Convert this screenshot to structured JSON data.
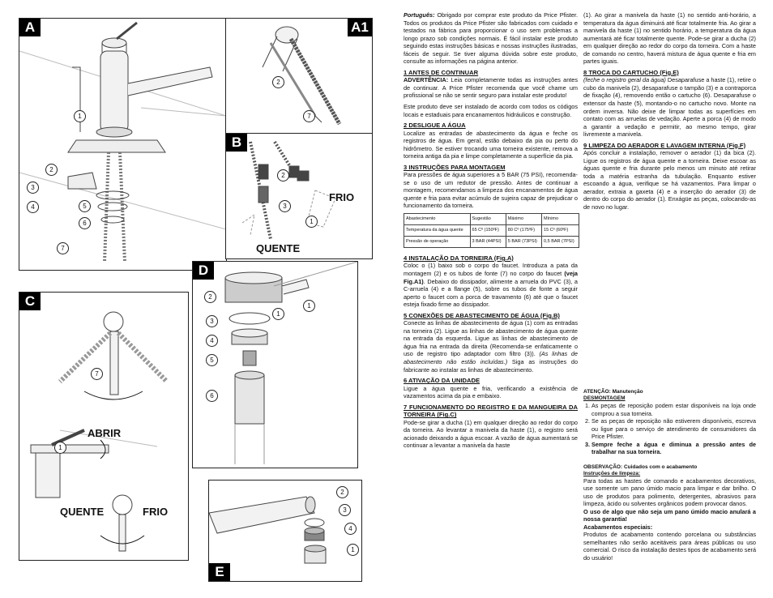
{
  "panels": {
    "A": {
      "label": "A",
      "callouts": [
        "1",
        "2",
        "3",
        "4",
        "5",
        "6",
        "7"
      ]
    },
    "A1": {
      "label": "A1",
      "callouts": [
        "2",
        "7"
      ]
    },
    "B": {
      "label": "B",
      "callouts": [
        "2",
        "3",
        "1"
      ],
      "frio": "FRIO",
      "quente": "QUENTE"
    },
    "C": {
      "label": "C",
      "callouts": [
        "7",
        "1"
      ],
      "abrir": "ABRIR",
      "quente": "QUENTE",
      "frio": "FRIO"
    },
    "D": {
      "label": "D",
      "callouts": [
        "2",
        "3",
        "4",
        "5",
        "6",
        "1",
        "1"
      ]
    },
    "E": {
      "label": "E",
      "callouts": [
        "2",
        "3",
        "4",
        "1"
      ]
    }
  },
  "col1": {
    "intro_lang": "Português:",
    "intro": "Obrigado por comprar este produto da Price Pfister. Todos os produtos da Price Pfister são fabricados com cuidado e testados na fábrica para proporcionar o uso sem problemas a longo prazo sob condições normais. É fácil instalar este produto seguindo estas instruções básicas e nossas instruções ilustradas, fáceis de seguir. Se tiver alguma dúvida sobre este produto, consulte as informações na página anterior.",
    "s1_title": "1 ANTES DE CONTINUAR",
    "s1_lead": "ADVERTÊNCIA:",
    "s1_text": " Leia completamente todas as instruções antes de continuar. A Price Pfister recomenda que você chame um profissional se não se sentir seguro para instalar este produto!",
    "s1_text2": "Este produto deve ser instalado de acordo com todos os códigos locais e estaduais para encanamentos hidráulicos e construção.",
    "s2_title": "2 DESLIGUE A ÁGUA",
    "s2_text": "Localize as entradas de abastecimento da água e feche os registros de água. Em geral, estão debaixo da pia ou perto do hidrômetro. Se estiver trocando uma torneira existente, remova a torneira antiga da pia e limpe completamente a superfície da pia.",
    "s3_title": "3 INSTRUÇÕES PARA MONTAGEM",
    "s3_text": "Para pressões de água superiores a 5 BAR (75 PSI), recomenda-se o uso de um redutor de pressão. Antes de continuar a montagem, recomendamos a limpeza dos encanamentos de água quente e fria para evitar acúmulo de sujeira capaz de prejudicar o funcionamento da torneira.",
    "table": {
      "header": [
        "Abastecimento",
        "Sugestão",
        "Máximo",
        "Mínimo"
      ],
      "rows": [
        [
          "Temperatura da água quente",
          "65 Cº (150ºF)",
          "80 Cº (175ºF)",
          "15 Cº (60ºF)"
        ],
        [
          "Pressão de operação",
          "3 BAR (44PSI)",
          "5 BAR (73PSI)",
          "0,5 BAR (7PSI)"
        ]
      ]
    },
    "s4_title": "4 INSTALAÇÃO DA TORNEIRA (Fig.A)",
    "s4_text": "Coloc o (1) baixo sob o corpo do faucet. Introduza a pata da montagem (2) e os tubos de fonte (7) no corpo do faucet ",
    "s4_bold": "(veja Fig.A1)",
    "s4_text2": ". Debaixo do dissipador, alimente a arruela do PVC (3), a C-arruela (4) e a flange (5), sobre os tubos de fonte a seguir aperto o faucet com a porca de travamento (6) até que o faucet esteja fixado firme ao dissipador.",
    "s5_title": "5 CONEXÕES DE ABASTECIMENTO DE ÁGUA (Fig.B)",
    "s5_text": "Conecte as linhas de abastecimento de água (1) com as entradas na torneira (2). Ligue as linhas de abastecimento de água quente na entrada da esquerda. Ligue as linhas de abastecimento de água fria na entrada da direita (Recomenda-se enfaticamente o uso de registro tipo adaptador com filtro (3)). ",
    "s5_ital": "(As linhas de abastecimento não estão incluídas.)",
    "s5_text2": " Siga as instruções do fabricante ao instalar as linhas de abastecimento.",
    "s6_title": "6 ATIVAÇÃO DA UNIDADE",
    "s6_text": "Ligue a água quente e fria, verificando a existência de vazamentos acima da pia e embaixo.",
    "s7_title": "7 FUNCIONAMENTO DO REGISTRO E DA MANGUEIRA DA TORNEIRA (Fig.C)",
    "s7_text": "Pode-se girar a ducha (1) em qualquer direção ao redor do corpo da torneira. Ao levantar a manivela da haste (1), o registro será acionado deixando a água escoar. A vazão de água aumentará se continuar a levantar a manivela da haste"
  },
  "col2": {
    "s7_cont": "(1). Ao girar a manivela da haste (1) no sentido anti-horário, a temperatura da água diminuirá até ficar totalmente fria. Ao girar a manivela da haste (1) no sentido horário, a temperatura da água aumentará até ficar totalmente quente. Pode-se girar a ducha (2) em qualquer direção ao redor do corpo da torneira. Com a haste de comando no centro, haverá mistura de água quente e fria em partes iguais.",
    "s8_title": "8 TROCA DO CARTUCHO (Fig.E)",
    "s8_ital": "(feche o registro geral da água)",
    "s8_text": " Desaparafuse a haste (1), retire o cubo da manivela (2), desaparafuse o tampão (3) e a contraporca de fixação (4), removendo então o cartucho (6). Desaparafuse o extensor da haste (5), montando-o no cartucho novo. Monte na ordem inversa. Não deixe de limpar todas as superfícies em contato com as arruelas de vedação. Aperte a porca (4) de modo a garantir a vedação e permitir, ao mesmo tempo, girar livremente a manivela.",
    "s9_title": "9 LIMPEZA DO AERADOR E LAVAGEM INTERNA (Fig.F)",
    "s9_text": "Após concluir a instalação, remover o aerador (1) da bica (2). Ligue os registros de água quente e a torneira. Deixe escoar as águas quente e fria durante pelo menos um minuto até retirar toda a matéria estranha da tubulação. Enquanto estiver escoando a água, verifique se há vazamentos. Para limpar o aerador, extraia a gaxeta (4) e a inserção do aerador (3) de dentro do corpo do aerador (1). Enxágüe as peças, colocando-as de novo no lugar.",
    "att_title": "ATENÇÃO: Manutenção",
    "att_sub": "DESMONTAGEM",
    "att_items": [
      "As peças de reposição podem estar disponíveis na loja onde comprou a sua torneira.",
      "Se as peças de reposição não estiverem disponíveis, escreva ou ligue para o serviço de atendimento de consumidores da Price Pfister.",
      "Sempre feche a água e diminua a pressão antes de trabalhar na sua torneira."
    ],
    "obs_title": "OBSERVAÇÃO: Cuidados com o acabamento",
    "obs_sub": "Instruções de limpeza:",
    "obs_text": "Para todas as hastes de comando e acabamentos decorativos, use somente um pano úmido macio para limpar e dar brilho. O uso de produtos para polimento, detergentes, abrasivos para limpeza, ácido ou solventes orgânicos podem provocar danos.",
    "obs_bold": "O uso de algo que não seja um pano úmido macio anulará a nossa garantia!",
    "spec_title": "Acabamentos especiais:",
    "spec_text": "Produtos de acabamento contendo porcelana ou substâncias semelhantes não serão aceitáveis para áreas públicas ou uso comercial. O risco da instalação destes tipos de acabamento será do usuário!"
  }
}
